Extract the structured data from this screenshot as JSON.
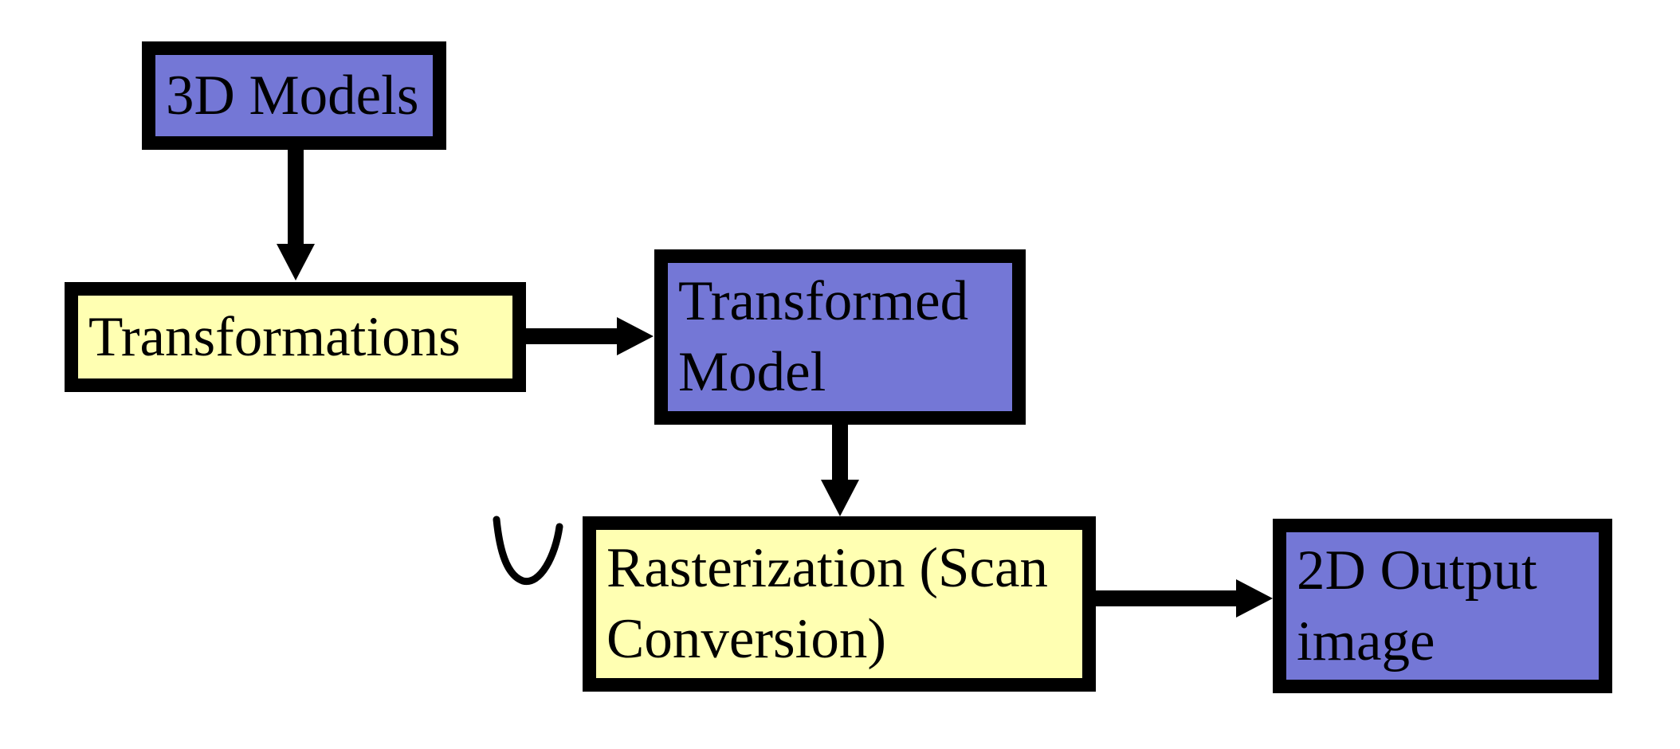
{
  "diagram": {
    "title": "3D graphics rendering pipeline flowchart",
    "background_color": "#ffffff",
    "border_color": "#000000",
    "text_color": "#000000",
    "connector_color": "#000000",
    "node_fill_colors": {
      "purple": "#7477d6",
      "yellow": "#ffffb2"
    },
    "nodes": [
      {
        "id": "3d-models",
        "label": "3D Models",
        "color": "purple"
      },
      {
        "id": "transformations",
        "label": "Transformations",
        "color": "yellow"
      },
      {
        "id": "transformed-model",
        "label": "Transformed\nModel",
        "color": "purple"
      },
      {
        "id": "rasterization",
        "label": "Rasterization (Scan\nConversion)",
        "color": "yellow"
      },
      {
        "id": "2d-output-image",
        "label": "2D Output\nimage",
        "color": "purple"
      }
    ],
    "edges": [
      {
        "from": "3d-models",
        "to": "transformations",
        "direction": "down"
      },
      {
        "from": "transformations",
        "to": "transformed-model",
        "direction": "right"
      },
      {
        "from": "transformed-model",
        "to": "rasterization",
        "direction": "down"
      },
      {
        "from": "rasterization",
        "to": "2d-output-image",
        "direction": "right"
      }
    ],
    "annotations": [
      {
        "id": "check-mark",
        "description": "hand-drawn V-shaped check mark left of Rasterization box"
      }
    ]
  }
}
